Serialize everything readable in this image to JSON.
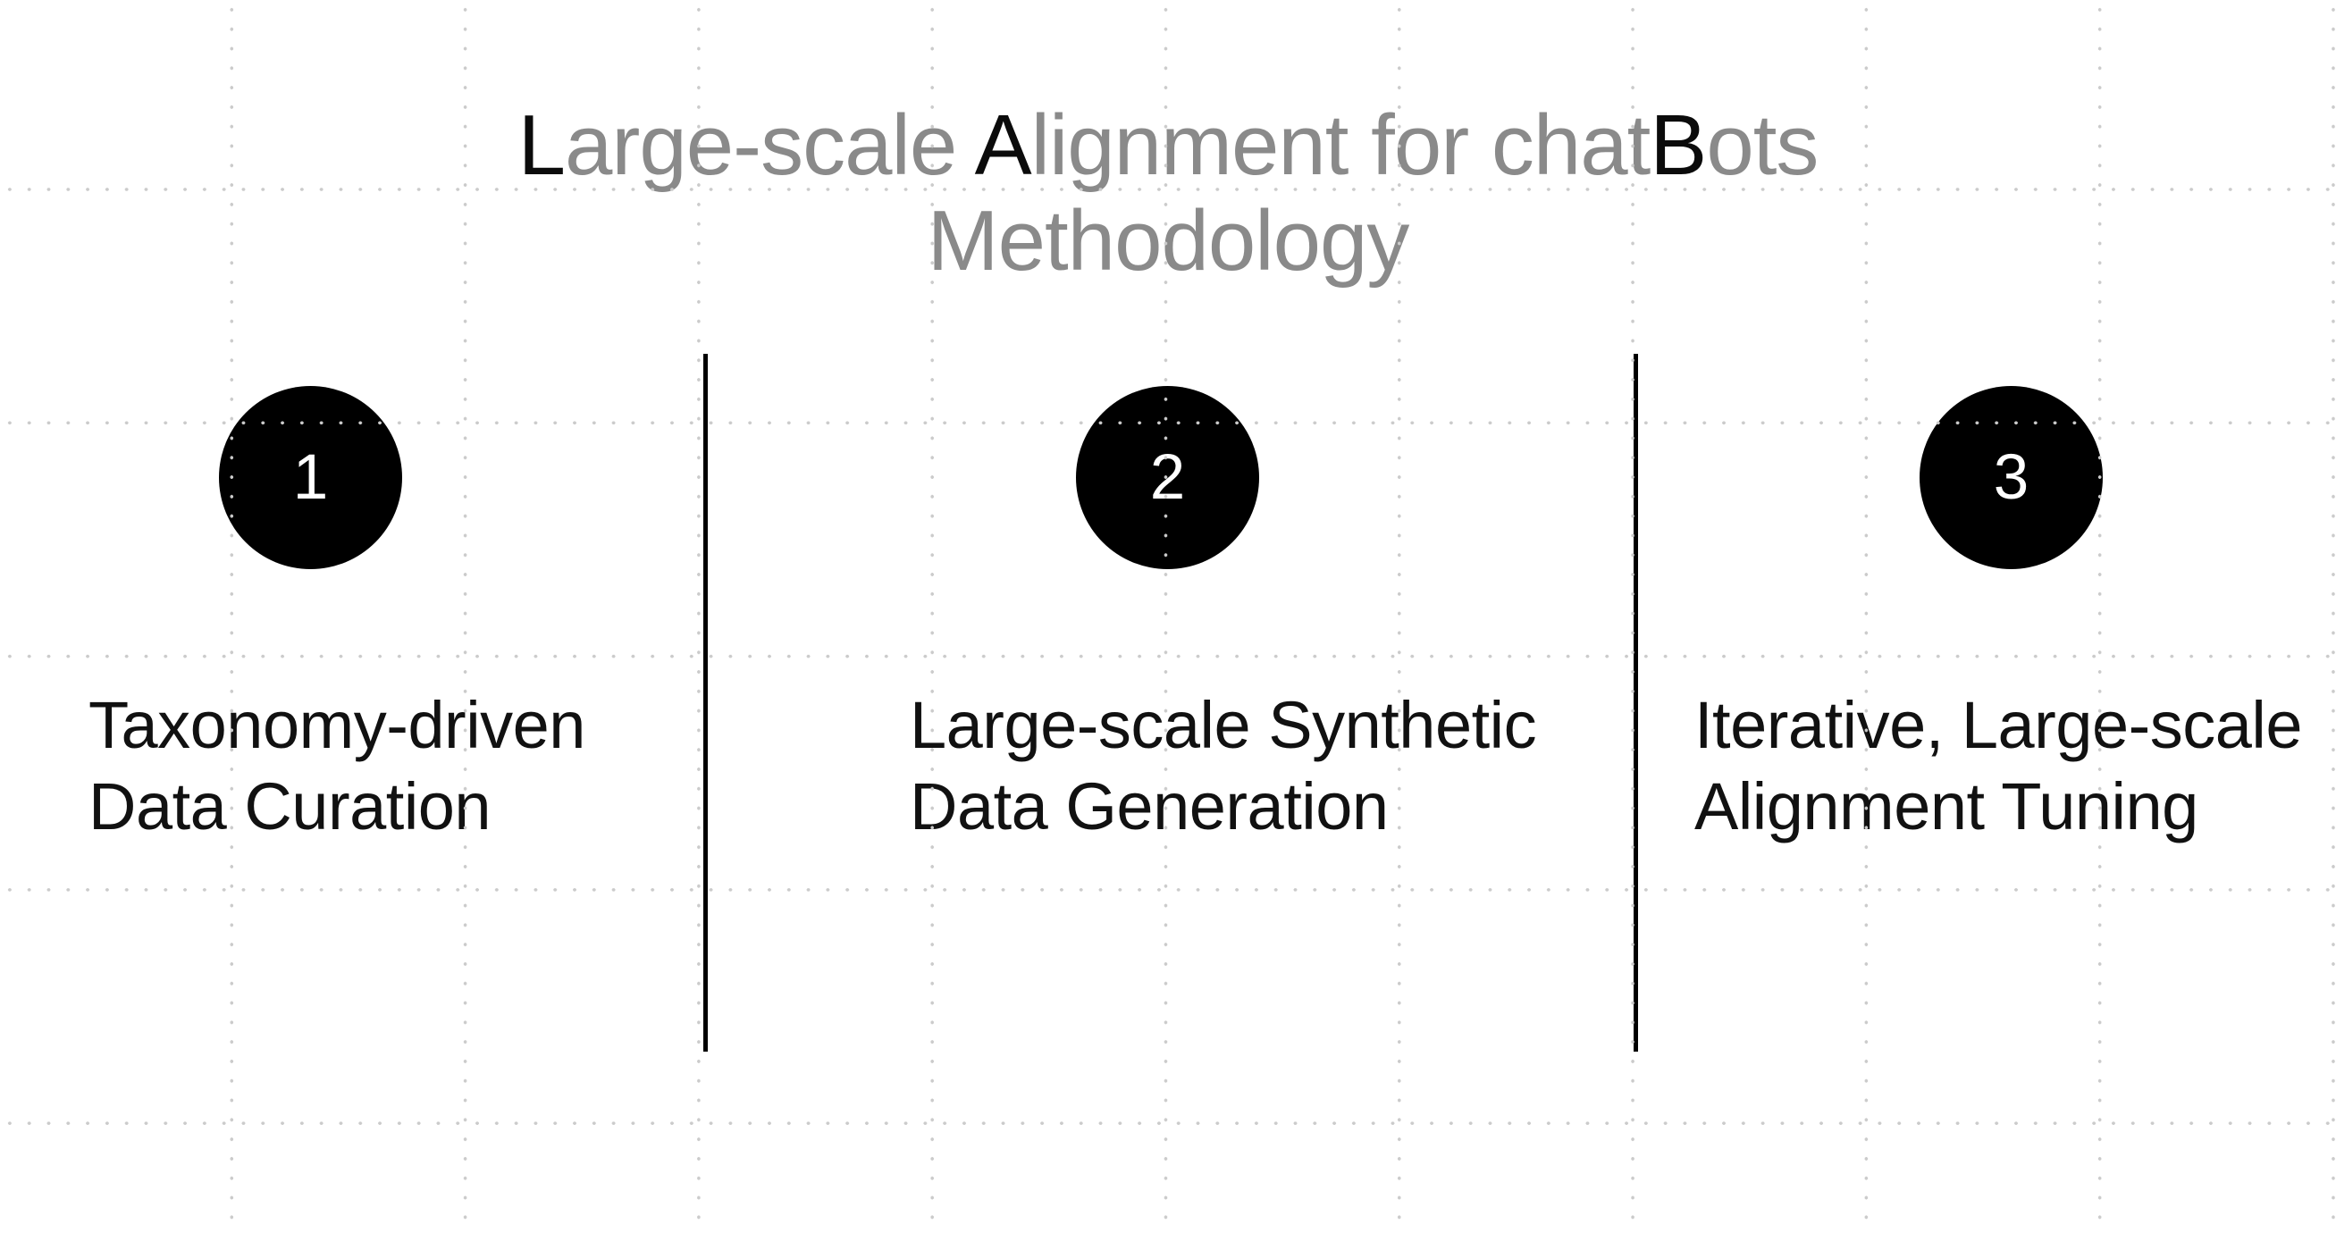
{
  "slide": {
    "title": {
      "line1_full": "Large-scale Alignment for chatBots",
      "line1_segments": [
        {
          "text": "L",
          "emphasis": true
        },
        {
          "text": "arge-scale ",
          "emphasis": false
        },
        {
          "text": "A",
          "emphasis": true
        },
        {
          "text": "lignment for chat",
          "emphasis": false
        },
        {
          "text": "B",
          "emphasis": true
        },
        {
          "text": "ots",
          "emphasis": false
        }
      ],
      "line2": "Methodology"
    },
    "steps": [
      {
        "number": "1",
        "label_line1": "Taxonomy-driven",
        "label_line2": "Data Curation"
      },
      {
        "number": "2",
        "label_line1": "Large-scale Synthetic",
        "label_line2": "Data Generation"
      },
      {
        "number": "3",
        "label_line1": "Iterative, Large-scale",
        "label_line2": "Alignment Tuning"
      }
    ],
    "colors": {
      "background": "#ffffff",
      "grid_dot": "#cbcbcb",
      "title_gray": "#8a8a8a",
      "title_emphasis": "#0b0b0b",
      "circle_fill": "#000000",
      "circle_number": "#ffffff",
      "label_text": "#111111",
      "divider": "#000000"
    }
  }
}
